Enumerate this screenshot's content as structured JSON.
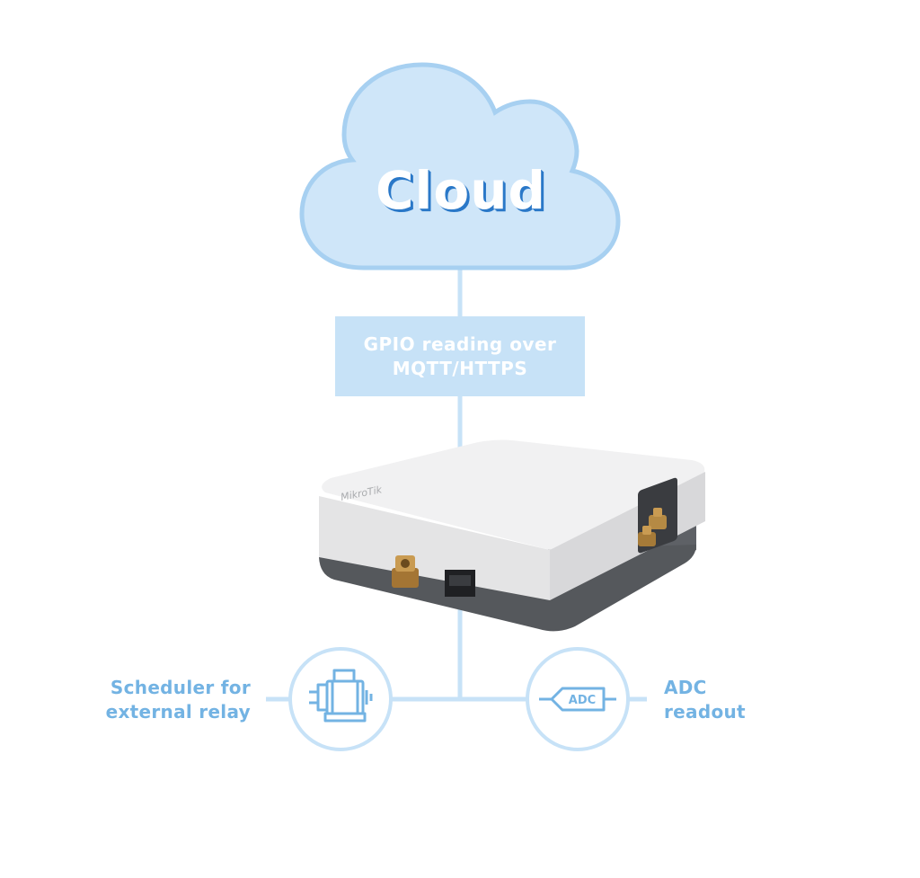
{
  "cloud": {
    "label": "Cloud",
    "color": "#cfe6f9",
    "outline": "#a7d0f1"
  },
  "protocol_box": {
    "line1": "GPIO reading over",
    "line2": "MQTT/HTTPS",
    "bg": "#c7e2f7"
  },
  "device": {
    "brand": "MikroTik"
  },
  "left_node": {
    "line1": "Scheduler for",
    "line2": "external relay",
    "icon": "motor-icon"
  },
  "right_node": {
    "line1": "ADC",
    "line2": "readout",
    "icon": "adc-icon",
    "icon_text": "ADC"
  },
  "colors": {
    "accent": "#73b3e3",
    "line": "#c7e2f7",
    "title_shadow": "#2a78c8"
  }
}
